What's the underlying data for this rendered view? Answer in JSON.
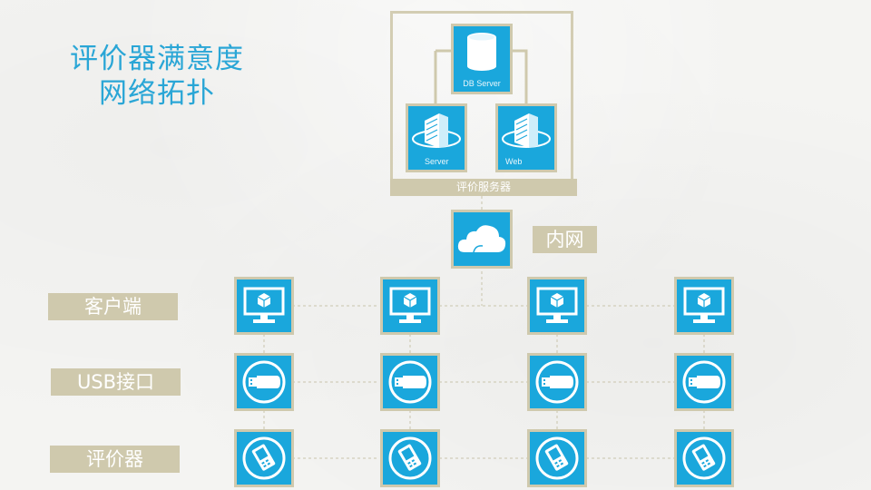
{
  "title": {
    "line1": "评价器满意度",
    "line2": "网络拓扑"
  },
  "server_group": {
    "label": "评价服务器",
    "db_server": {
      "caption": "DB Server",
      "icon": "database-icon"
    },
    "server": {
      "caption": "Server",
      "icon": "server-icon"
    },
    "web_server": {
      "caption": "Web",
      "icon": "server-icon"
    }
  },
  "network": {
    "label": "内网",
    "icon": "cloud-icon"
  },
  "rows": [
    {
      "label": "客户端",
      "icon": "monitor-icon",
      "count": 4
    },
    {
      "label": "USB接口",
      "icon": "usb-drive-icon",
      "count": 4
    },
    {
      "label": "评价器",
      "icon": "handheld-device-icon",
      "count": 4
    }
  ],
  "colors": {
    "tile_blue": "#1aa7dc",
    "tan": "#cfc9ad",
    "title_blue": "#2aa6d6"
  }
}
